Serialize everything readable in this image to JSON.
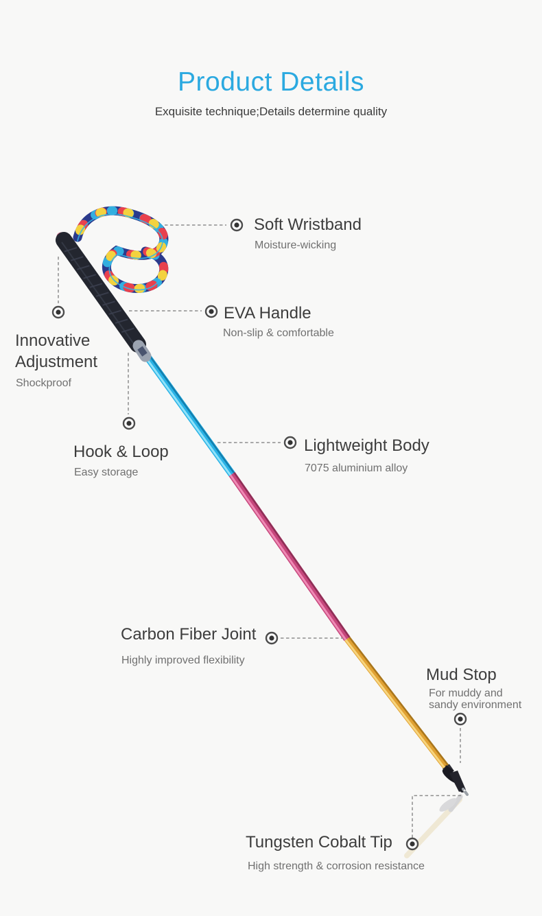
{
  "page": {
    "title": "Product Details",
    "subtitle": "Exquisite technique;Details determine quality"
  },
  "callouts": {
    "wristband": {
      "label": "Soft Wristband",
      "sub": "Moisture-wicking"
    },
    "handle": {
      "label": "EVA Handle",
      "sub": "Non-slip & comfortable"
    },
    "adjustment": {
      "label": "Innovative Adjustment",
      "sub": "Shockproof"
    },
    "hook_loop": {
      "label": "Hook & Loop",
      "sub": "Easy storage"
    },
    "body": {
      "label": "Lightweight Body",
      "sub": "7075 aluminium alloy"
    },
    "joint": {
      "label": "Carbon Fiber Joint",
      "sub": "Highly improved flexibility"
    },
    "mud_stop": {
      "label": "Mud Stop",
      "sub": "For muddy and sandy environment"
    },
    "tip": {
      "label": "Tungsten Cobalt Tip",
      "sub": "High strength & corrosion resistance"
    }
  },
  "product": {
    "item": "trekking-pole",
    "colors": {
      "title_accent": "#2BA9E0",
      "label_text": "#3D3D3D",
      "sub_text": "#707070",
      "shaft_blue": "#29B2E5",
      "shaft_pink": "#C6477C",
      "shaft_gold": "#E0A133",
      "grip_black": "#23262F",
      "strap_navy": "#2B3A8C",
      "strap_red": "#E8414E",
      "strap_yellow": "#F3D23F",
      "strap_cyan": "#34B4E4"
    }
  },
  "icons": {
    "marker": "bullseye-icon"
  }
}
